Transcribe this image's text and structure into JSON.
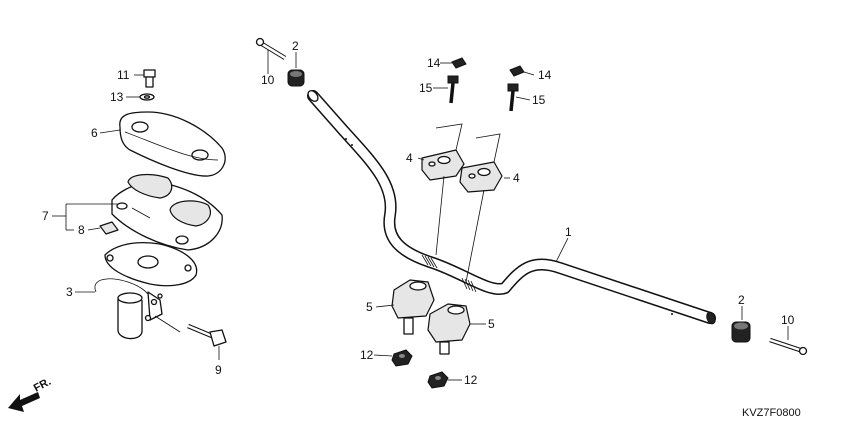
{
  "diagram": {
    "labels": {
      "p1": "1",
      "p2a": "2",
      "p2b": "2",
      "p3": "3",
      "p4a": "4",
      "p4b": "4",
      "p5a": "5",
      "p5b": "5",
      "p6": "6",
      "p7": "7",
      "p8": "8",
      "p9": "9",
      "p10a": "10",
      "p10b": "10",
      "p11": "11",
      "p12a": "12",
      "p12b": "12",
      "p13": "13",
      "p14a": "14",
      "p14b": "14",
      "p15a": "15",
      "p15b": "15"
    },
    "front_label": "FR.",
    "diagram_code": "KVZ7F0800"
  }
}
